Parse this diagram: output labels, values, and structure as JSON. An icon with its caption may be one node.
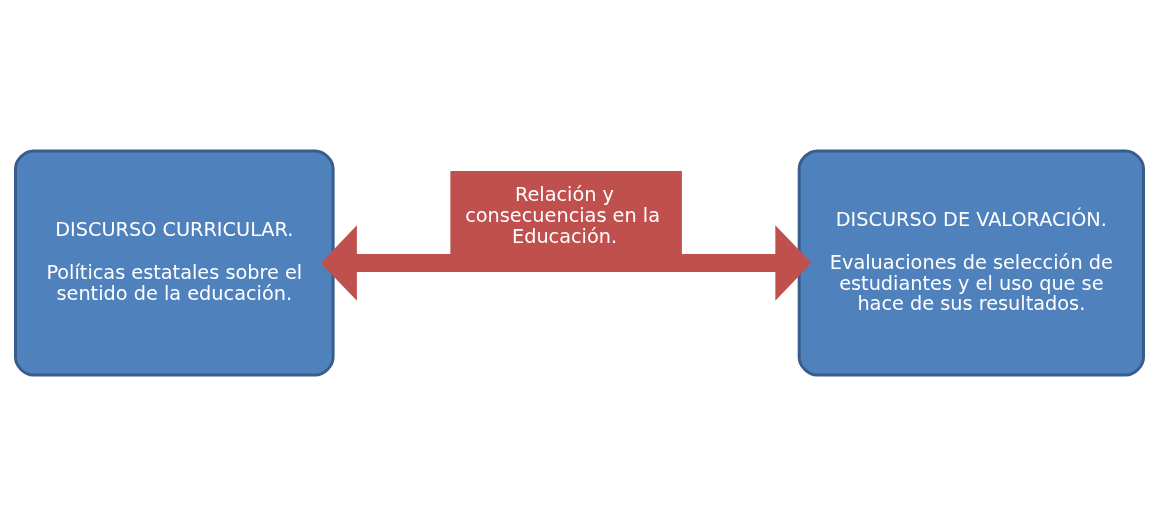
{
  "diagram": {
    "nodes": [
      {
        "text": [
          "DISCURSO CURRICULAR.",
          "Políticas estatales sobre el sentido de la educación."
        ]
      },
      {
        "text": [
          "DISCURSO DE VALORACIÓN.",
          "Evaluaciones de selección de estudiantes y el uso que se hace de sus resultados."
        ]
      }
    ],
    "edges": [
      {
        "from": 0,
        "to": 1,
        "arrow": "both",
        "label": "Relación y consecuencias en la Educación.",
        "color": "#c0504d"
      }
    ]
  }
}
